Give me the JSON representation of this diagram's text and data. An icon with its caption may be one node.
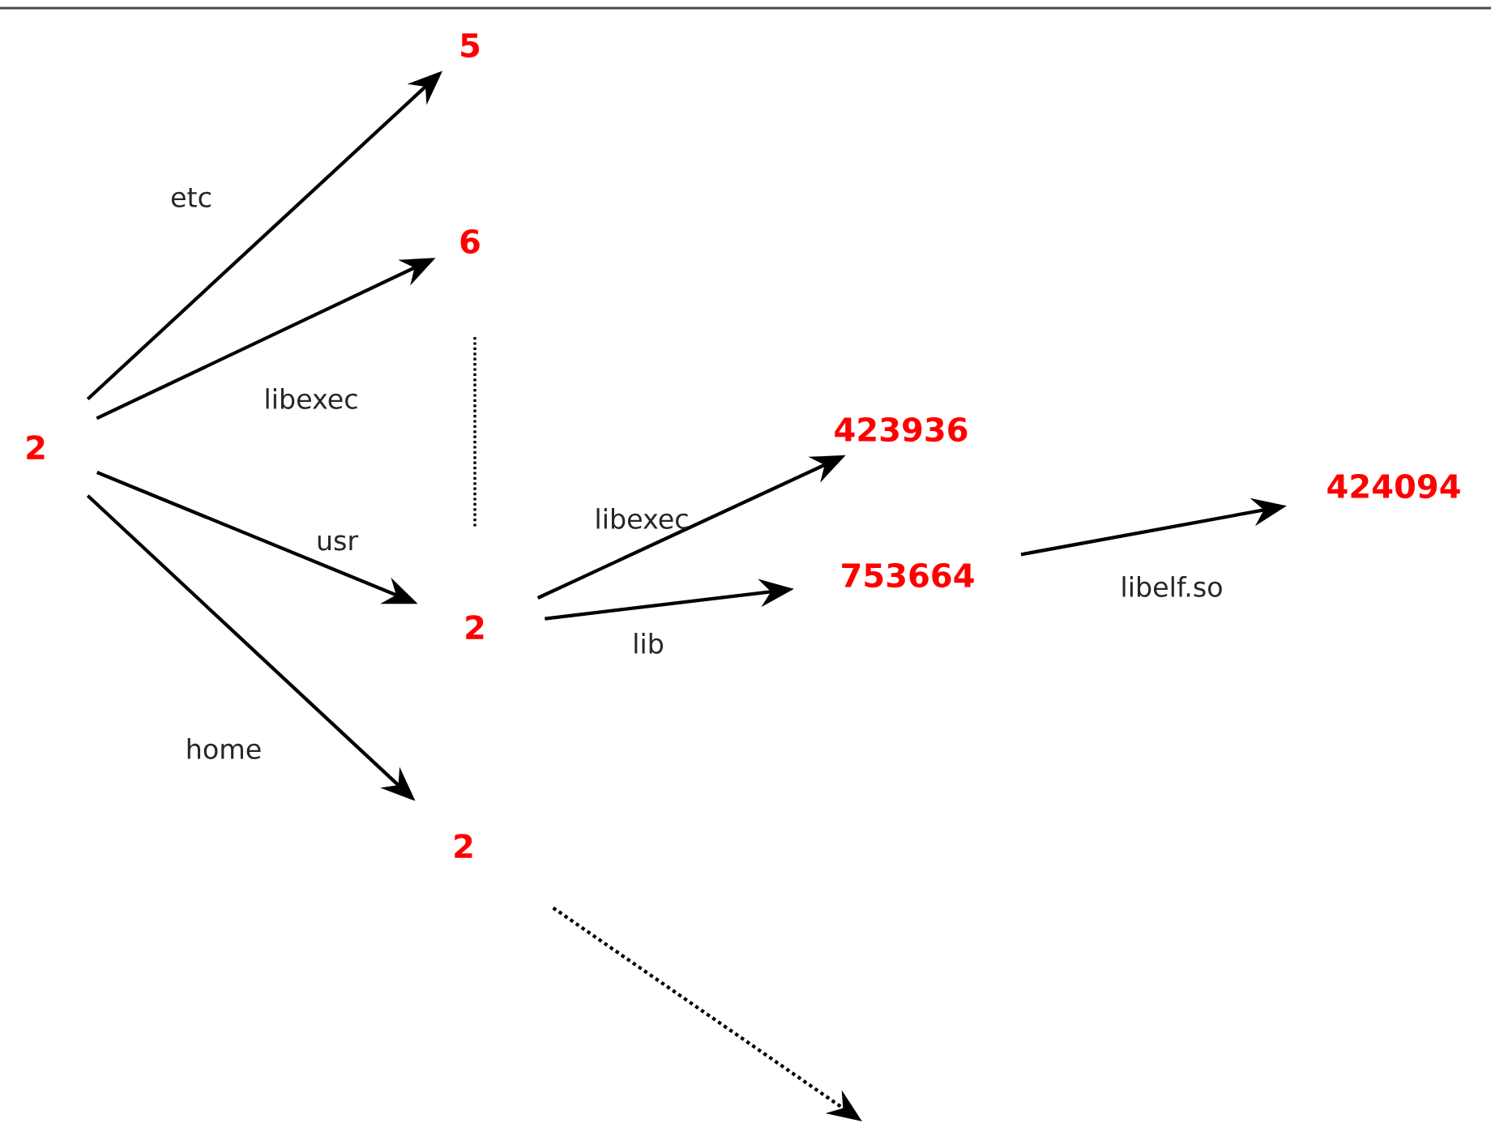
{
  "diagram": {
    "nodes": [
      {
        "text": [
          "2"
        ]
      },
      {
        "text": [
          "5"
        ]
      },
      {
        "text": [
          "6"
        ]
      },
      {
        "text": [
          "2"
        ]
      },
      {
        "text": [
          "2"
        ]
      },
      {
        "text": [
          "423936"
        ]
      },
      {
        "text": [
          "753664"
        ]
      },
      {
        "text": [
          "424094"
        ]
      }
    ],
    "edges": [
      {
        "from": 0,
        "to": 1,
        "arrow": "to",
        "label": "etc"
      },
      {
        "from": 0,
        "to": 2,
        "arrow": "to",
        "label": "libexec"
      },
      {
        "from": 0,
        "to": 3,
        "arrow": "to",
        "label": "usr"
      },
      {
        "from": 0,
        "to": 4,
        "arrow": "to",
        "label": "home"
      },
      {
        "from": 3,
        "to": 5,
        "arrow": "to",
        "label": "libexec"
      },
      {
        "from": 3,
        "to": 6,
        "arrow": "to",
        "label": "lib"
      },
      {
        "from": 6,
        "to": 7,
        "arrow": "to",
        "label": "libelf.so"
      },
      {
        "from": 4,
        "to": null,
        "arrow": "to",
        "style": "dashed"
      }
    ]
  }
}
